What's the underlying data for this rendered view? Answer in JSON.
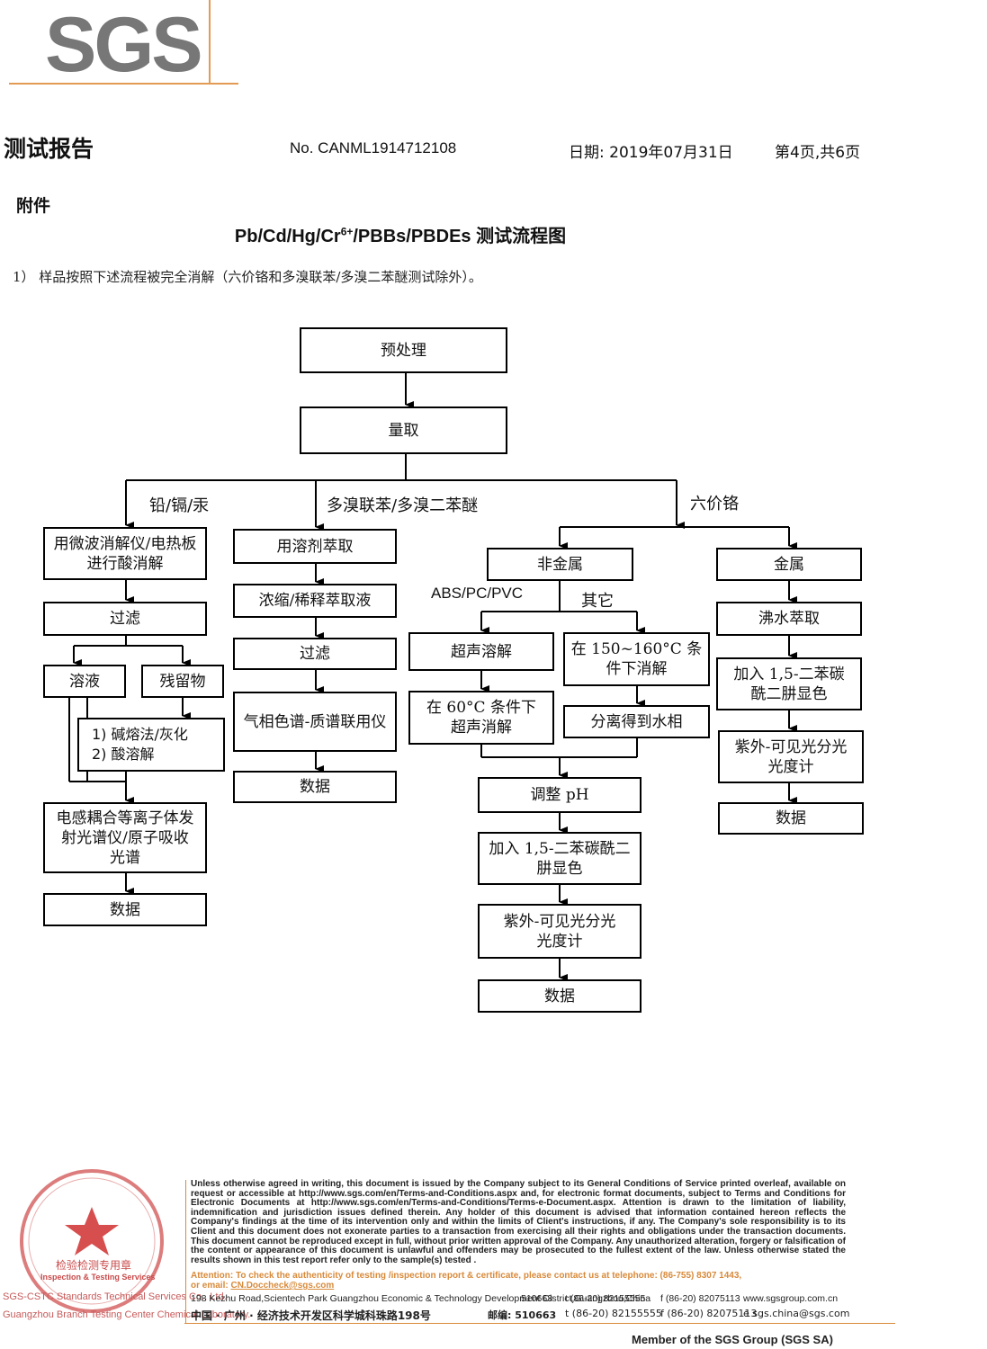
{
  "logo": {
    "text": "SGS"
  },
  "header": {
    "title": "测试报告",
    "report_no": "No. CANML1914712108",
    "date": "日期: 2019年07月31日",
    "page": "第4页,共6页"
  },
  "annex": "附件",
  "chart_title": {
    "prefix": "Pb/Cd/Hg/Cr",
    "sup": "6+",
    "suffix": "/PBBs/PBDEs 测试流程图"
  },
  "note": "1） 样品按照下述流程被完全消解（六价铬和多溴联苯/多溴二苯醚测试除外）。",
  "flow": {
    "pretreat": "预处理",
    "measure": "量取",
    "branch_metals": "铅/镉/汞",
    "branch_pbb": "多溴联苯/多溴二苯醚",
    "branch_cr": "六价铬",
    "col1": {
      "digest": "用微波消解仪/电热板进行酸消解",
      "filter": "过滤",
      "solution": "溶液",
      "residue": "残留物",
      "residue_treat_1": "1) 碱熔法/灰化",
      "residue_treat_2": "2) 酸溶解",
      "icp": "电感耦合等离子体发射光谱仪/原子吸收光谱",
      "data": "数据"
    },
    "col2": {
      "extract": "用溶剂萃取",
      "concentrate": "浓缩/稀释萃取液",
      "filter": "过滤",
      "gcms": "气相色谱-质谱联用仪",
      "data": "数据"
    },
    "col3": {
      "nonmetal": "非金属",
      "abs_label": "ABS/PC/PVC",
      "other_label": "其它",
      "ultrasonic": "超声溶解",
      "ultrasonic_60": "在 60°C 条件下超声消解",
      "digest_150": "在 150~160°C 条件下消解",
      "separate": "分离得到水相",
      "adjust_ph": "调整 pH",
      "add_reagent": "加入 1,5-二苯碳酰二肼显色",
      "uvvis": "紫外-可见光分光光度计",
      "data": "数据"
    },
    "col4": {
      "metal": "金属",
      "boil": "沸水萃取",
      "add_reagent": "加入 1,5-二苯碳酰二肼显色",
      "uvvis": "紫外-可见光分光光度计",
      "data": "数据"
    }
  },
  "footer": {
    "stamp_text": "检验检测专用章",
    "stamp_en": "Inspection & Testing Services",
    "left_line1": "SGS-CSTC Standards Technical Services Co., Ltd.",
    "left_line2": "Guangzhou Branch Testing Center Chemical Laboratory.",
    "legal": "Unless otherwise agreed in writing, this document is issued by the Company subject to its General Conditions of Service printed overleaf, available on request or accessible at http://www.sgs.com/en/Terms-and-Conditions.aspx and, for electronic format documents, subject to Terms and Conditions for Electronic Documents at http://www.sgs.com/en/Terms-and-Conditions/Terms-e-Document.aspx. Attention is drawn to the limitation of liability, indemnification and jurisdiction issues defined therein. Any holder of this document is advised that information contained hereon reflects the Company's findings at the time of its intervention only and within the limits of Client's instructions, if any. The Company's sole responsibility is to its Client and this document does not exonerate parties to a transaction from exercising all their rights and obligations under the transaction documents. This document cannot be reproduced except in full, without prior written approval of the Company. Any unauthorized alteration, forgery or falsification of the content or appearance of this document is unlawful and offenders may be prosecuted to the fullest extent of the law. Unless otherwise stated the results shown in this test report refer only to the sample(s) tested .",
    "attention": "Attention: To check the authenticity of testing /inspection report & certificate, please contact us at telephone: (86-755) 8307 1443,",
    "attention_email_prefix": "or email: ",
    "attention_email": "CN.Doccheck@sgs.com",
    "address_en": "198 Kezhu Road,Scientech Park Guangzhou Economic & Technology Development District,Guangzhou,China",
    "postcode": "510663",
    "tel": "t (86-20) 82155555",
    "fax": "f (86-20) 82075113",
    "web": "www.sgsgroup.com.cn",
    "address_cn": "中国 · 广州 · 经济技术开发区科学城科珠路198号",
    "postcode_cn": "邮编: 510663",
    "tel_cn": "t (86-20) 82155555",
    "fax_cn": "f (86-20) 82075113",
    "email": "e sgs.china@sgs.com",
    "member": "Member of the SGS Group (SGS SA)"
  }
}
